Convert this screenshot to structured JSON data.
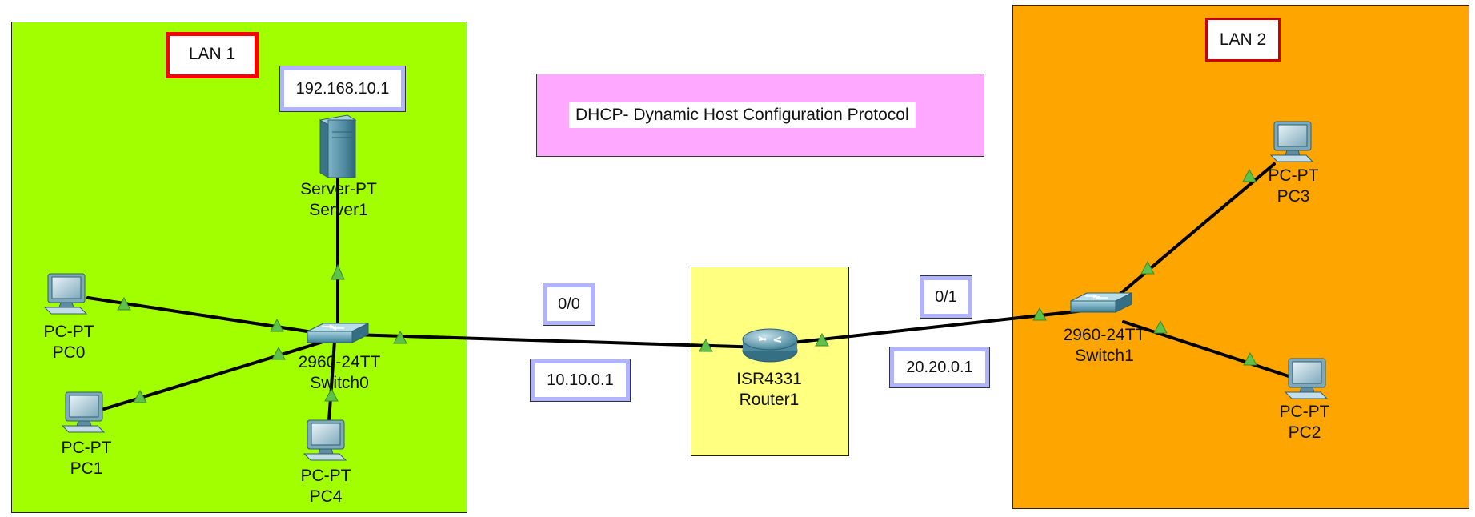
{
  "title": "DHCP- Dynamic Host Configuration Protocol",
  "lan1": {
    "label": "LAN 1",
    "color": "#a2ff00"
  },
  "lan2": {
    "label": "LAN 2",
    "color": "#ffa500"
  },
  "router_zone_color": "#ffff80",
  "server_ip": "192.168.10.1",
  "interfaces": {
    "g00": "0/0",
    "g00_ip": "10.10.0.1",
    "g01": "0/1",
    "g01_ip": "20.20.0.1"
  },
  "devices": {
    "server1": {
      "model": "Server-PT",
      "name": "Server1",
      "icon": "server-icon"
    },
    "pc0": {
      "model": "PC-PT",
      "name": "PC0",
      "icon": "pc-icon"
    },
    "pc1": {
      "model": "PC-PT",
      "name": "PC1",
      "icon": "pc-icon"
    },
    "pc4": {
      "model": "PC-PT",
      "name": "PC4",
      "icon": "pc-icon"
    },
    "switch0": {
      "model": "2960-24TT",
      "name": "Switch0",
      "icon": "switch-icon"
    },
    "router1": {
      "model": "ISR4331",
      "name": "Router1",
      "icon": "router-icon"
    },
    "switch1": {
      "model": "2960-24TT",
      "name": "Switch1",
      "icon": "switch-icon"
    },
    "pc3": {
      "model": "PC-PT",
      "name": "PC3",
      "icon": "pc-icon"
    },
    "pc2": {
      "model": "PC-PT",
      "name": "PC2",
      "icon": "pc-icon"
    }
  },
  "link_status_color": "#5ec24a"
}
